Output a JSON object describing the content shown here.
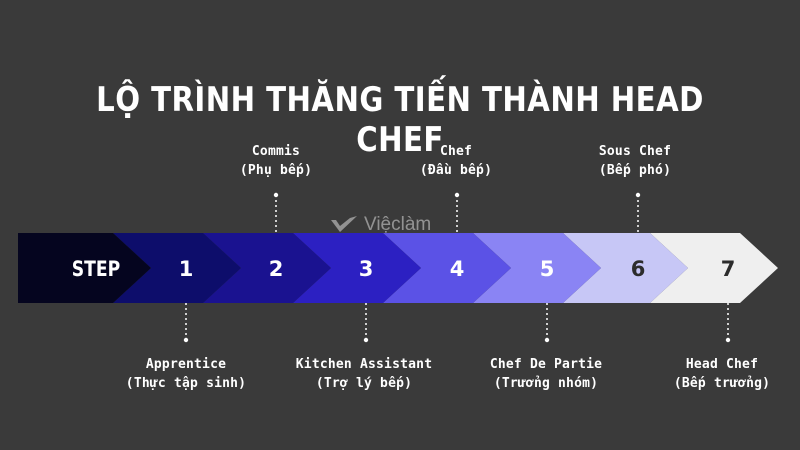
{
  "title": "LỘ TRÌNH THĂNG TIẾN THÀNH HEAD CHEF",
  "watermark": "Việclàm",
  "step_label": "STEP",
  "steps": [
    {
      "number": "1",
      "color": "#0d0d6b",
      "text_color": "#ffffff"
    },
    {
      "number": "2",
      "color": "#1a1290",
      "text_color": "#ffffff"
    },
    {
      "number": "3",
      "color": "#2c20c2",
      "text_color": "#ffffff"
    },
    {
      "number": "4",
      "color": "#5b52e6",
      "text_color": "#ffffff"
    },
    {
      "number": "5",
      "color": "#8a84f4",
      "text_color": "#ffffff"
    },
    {
      "number": "6",
      "color": "#c7c7f6",
      "text_color": "#2c2c2c"
    },
    {
      "number": "7",
      "color": "#efefef",
      "text_color": "#2c2c2c"
    }
  ],
  "step_start_color": "#05051f",
  "top_labels": [
    {
      "line1": "Commis",
      "line2": "(Phụ bếp)"
    },
    {
      "line1": "Chef",
      "line2": "(Đầu bếp)"
    },
    {
      "line1": "Sous Chef",
      "line2": "(Bếp phó)"
    }
  ],
  "bottom_labels": [
    {
      "line1": "Apprentice",
      "line2": "(Thực tập sinh)"
    },
    {
      "line1": "Kitchen Assistant",
      "line2": "(Trợ lý bếp)"
    },
    {
      "line1": "Chef De Partie",
      "line2": "(Trưởng nhóm)"
    },
    {
      "line1": "Head Chef",
      "line2": "(Bếp trưởng)"
    }
  ]
}
